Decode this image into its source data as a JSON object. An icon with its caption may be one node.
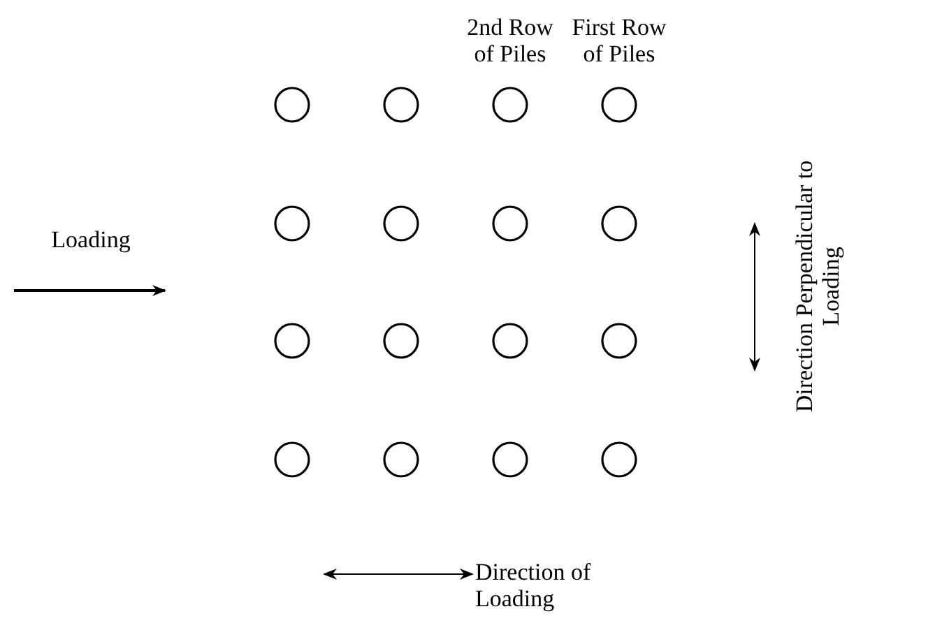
{
  "diagram": {
    "labels": [
      "2nd Row of Piles",
      "First Row of Piles",
      "Loading",
      "Direction Perpendicular to Loading",
      "Direction of Loading"
    ]
  }
}
